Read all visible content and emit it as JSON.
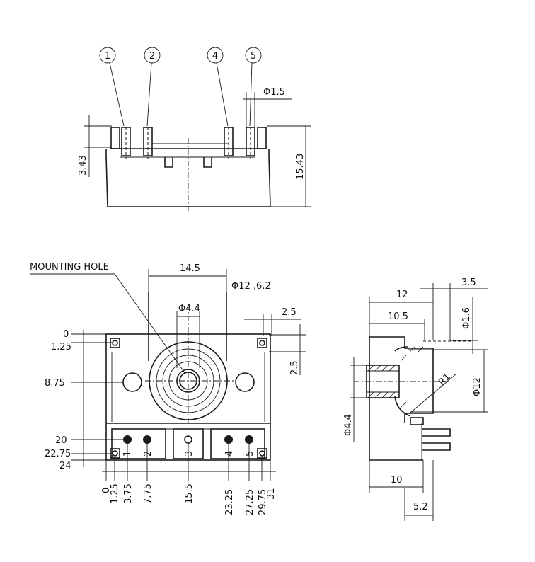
{
  "callouts": [
    "1",
    "2",
    "4",
    "5"
  ],
  "top_view": {
    "phi_pin": "Φ1.5",
    "dim_left": "3.43",
    "dim_right": "15.43"
  },
  "front_view": {
    "mounting_hole_label": "MOUNTING HOLE",
    "width_top": "14.5",
    "phi_outer": "Φ12 ,6.2",
    "phi_inner": "Φ4.4",
    "dim_2_5_h": "2.5",
    "dim_2_5_v": "2.5",
    "y_dims": [
      "0",
      "1.25",
      "8.75",
      "20",
      "22.75",
      "24"
    ],
    "x_dims": [
      "0",
      "1.25",
      "3.75",
      "7.75",
      "15.5",
      "23.25",
      "27.25",
      "29.75",
      "31"
    ],
    "pin_numbers": [
      "1",
      "2",
      "3",
      "4",
      "5"
    ]
  },
  "side_view": {
    "d_3_5": "3.5",
    "d_12": "12",
    "d_10_5": "10.5",
    "phi_1_6": "Φ1.6",
    "radius": "R1",
    "phi_12": "Φ12",
    "phi_4_4": "Φ4.4",
    "d_10": "10",
    "d_5_2": "5.2"
  }
}
